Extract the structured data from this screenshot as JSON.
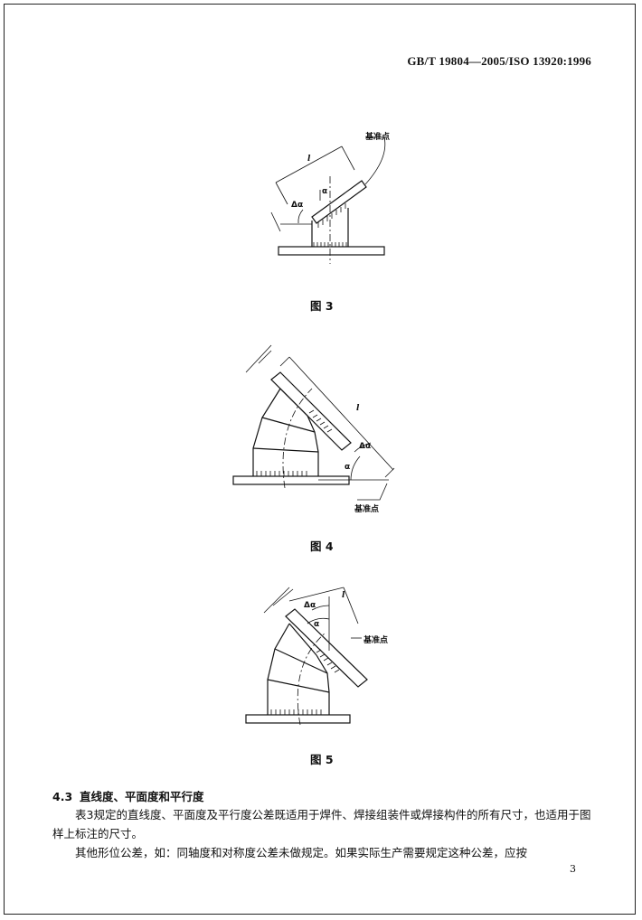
{
  "header": {
    "standard": "GB/T 19804—2005/ISO 13920:1996"
  },
  "figures": [
    {
      "caption": "图 3",
      "datum_label": "基准点",
      "symbols": {
        "l": "l",
        "alpha": "α",
        "delta_alpha": "Δα"
      }
    },
    {
      "caption": "图 4",
      "datum_label": "基准点",
      "symbols": {
        "l": "l",
        "alpha": "α",
        "delta_alpha": "Δα"
      }
    },
    {
      "caption": "图 5",
      "datum_label": "基准点",
      "symbols": {
        "l": "l",
        "alpha": "α",
        "delta_alpha": "Δα"
      }
    }
  ],
  "section": {
    "number": "4.3",
    "title": "直线度、平面度和平行度",
    "paragraphs": [
      "表3规定的直线度、平面度及平行度公差既适用于焊件、焊接组装件或焊接构件的所有尺寸，也适用于图样上标注的尺寸。",
      "其他形位公差，如：同轴度和对称度公差未做规定。如果实际生产需要规定这种公差，应按"
    ]
  },
  "page_number": "3"
}
